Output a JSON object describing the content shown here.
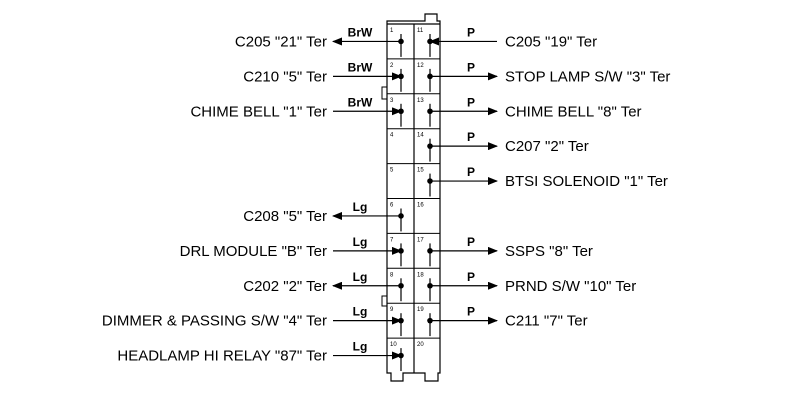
{
  "connector": {
    "left_pins": [
      "1",
      "2",
      "3",
      "4",
      "5",
      "6",
      "7",
      "8",
      "9",
      "10"
    ],
    "right_pins": [
      "11",
      "12",
      "13",
      "14",
      "15",
      "16",
      "17",
      "18",
      "19",
      "20"
    ]
  },
  "left_wires": [
    {
      "pin": "1",
      "dest": "C205 \"21\" Ter",
      "color": "BrW",
      "direction": "out"
    },
    {
      "pin": "2",
      "dest": "C210 \"5\" Ter",
      "color": "BrW",
      "direction": "in"
    },
    {
      "pin": "3",
      "dest": "CHIME BELL \"1\" Ter",
      "color": "BrW",
      "direction": "in"
    },
    {
      "pin": "6",
      "dest": "C208 \"5\" Ter",
      "color": "Lg",
      "direction": "out"
    },
    {
      "pin": "7",
      "dest": "DRL MODULE \"B\" Ter",
      "color": "Lg",
      "direction": "in"
    },
    {
      "pin": "8",
      "dest": "C202 \"2\" Ter",
      "color": "Lg",
      "direction": "out"
    },
    {
      "pin": "9",
      "dest": "DIMMER & PASSING S/W \"4\" Ter",
      "color": "Lg",
      "direction": "in"
    },
    {
      "pin": "10",
      "dest": "HEADLAMP HI RELAY \"87\" Ter",
      "color": "Lg",
      "direction": "in"
    }
  ],
  "right_wires": [
    {
      "pin": "11",
      "dest": "C205 \"19\" Ter",
      "color": "P",
      "direction": "in"
    },
    {
      "pin": "12",
      "dest": "STOP LAMP S/W \"3\" Ter",
      "color": "P",
      "direction": "out"
    },
    {
      "pin": "13",
      "dest": "CHIME BELL \"8\" Ter",
      "color": "P",
      "direction": "out"
    },
    {
      "pin": "14",
      "dest": "C207 \"2\" Ter",
      "color": "P",
      "direction": "out"
    },
    {
      "pin": "15",
      "dest": "BTSI SOLENOID \"1\" Ter",
      "color": "P",
      "direction": "out"
    },
    {
      "pin": "17",
      "dest": "SSPS \"8\" Ter",
      "color": "P",
      "direction": "out"
    },
    {
      "pin": "18",
      "dest": "PRND S/W \"10\" Ter",
      "color": "P",
      "direction": "out"
    },
    {
      "pin": "19",
      "dest": "C211 \"7\" Ter",
      "color": "P",
      "direction": "out"
    }
  ]
}
